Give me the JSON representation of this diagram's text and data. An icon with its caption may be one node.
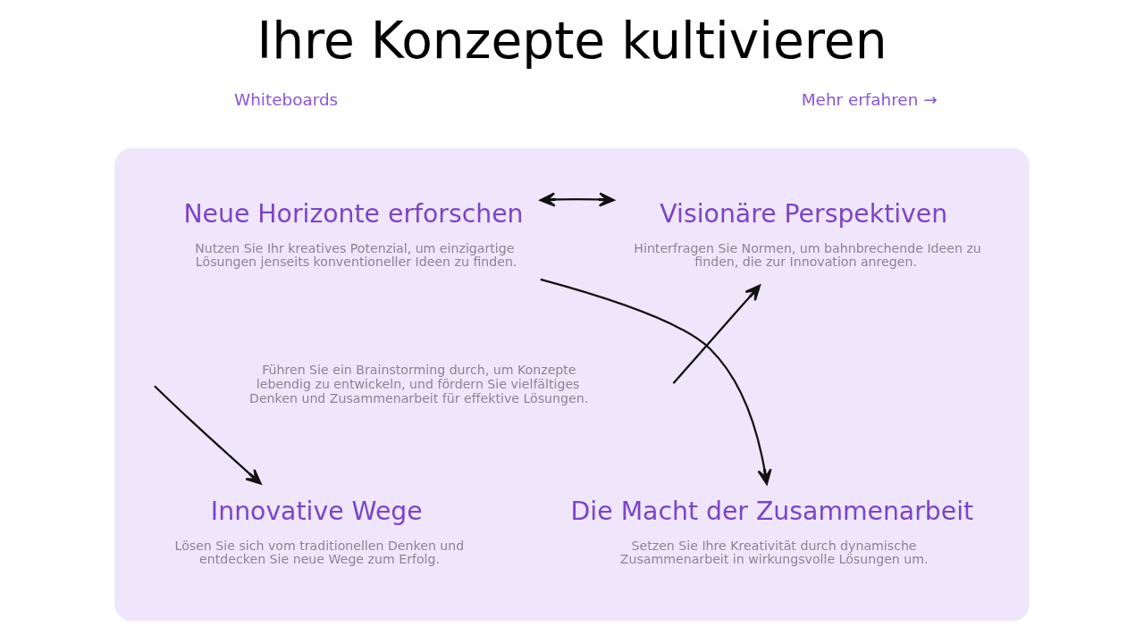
{
  "diagram": {
    "title": "Ihre Konzepte kultivieren",
    "nodes": [
      {
        "text": [],
        "shape": "box"
      },
      {
        "text": [
          "Neue Horizonte erforschen",
          "Nutzen Sie Ihr kreatives Potenzial, um einzigartige Lösungen jenseits konventioneller Ideen zu finden."
        ],
        "in": 0
      },
      {
        "text": [
          "Visionäre Perspektiven",
          "Hinterfragen Sie Normen, um bahnbrechende Ideen zu finden, die zur Innovation anregen."
        ],
        "in": 0
      },
      {
        "text": [
          "Führen Sie ein Brainstorming durch, um Konzepte lebendig zu entwickeln, und fördern Sie vielfältiges Denken und Zusammenarbeit für effektive Lösungen."
        ],
        "in": 0
      },
      {
        "text": [
          "Innovative Wege",
          "Lösen Sie sich vom traditionellen Denken und entdecken Sie neue Wege zum Erfolg."
        ],
        "in": 0
      },
      {
        "text": [
          "Die Macht der Zusammenarbeit",
          "Setzen Sie Ihre Kreativität durch dynamische Zusammenarbeit in wirkungsvolle Lösungen um."
        ],
        "in": 0
      }
    ],
    "edges": [
      {
        "from": 1,
        "to": 2,
        "arrow": "both"
      },
      {
        "from": null,
        "to": 2,
        "arrow": "to"
      },
      {
        "from": 1,
        "to": 5,
        "arrow": "to"
      },
      {
        "from": null,
        "to": 4,
        "arrow": "to"
      }
    ],
    "labels": [
      "Whiteboards",
      "Mehr erfahren →"
    ]
  }
}
